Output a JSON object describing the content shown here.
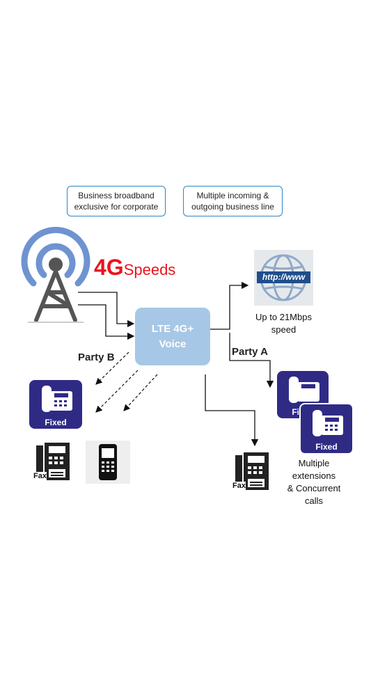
{
  "boxes": {
    "broadband": [
      "Business broadband",
      "exclusive for corporate"
    ],
    "lines": [
      "Multiple incoming  &",
      "outgoing business line"
    ]
  },
  "tower": {
    "label_big": "4G",
    "label_small": "Speeds"
  },
  "hub": {
    "line1": "LTE 4G+",
    "line2": "Voice"
  },
  "internet": {
    "url_text": "http://www",
    "caption1": "Up to 21Mbps",
    "caption2": "speed"
  },
  "parties": {
    "a": "Party A",
    "b": "Party B"
  },
  "devices": {
    "fixed_label": "Fixed",
    "fax_label": "Fax"
  },
  "multi": [
    "Multiple",
    "extensions",
    "& Concurrent",
    "calls"
  ],
  "colors": {
    "accent_red": "#e8151f",
    "hub_blue": "#a7c7e7",
    "phone_navy": "#2f2b85",
    "box_border": "#2e86c1"
  }
}
